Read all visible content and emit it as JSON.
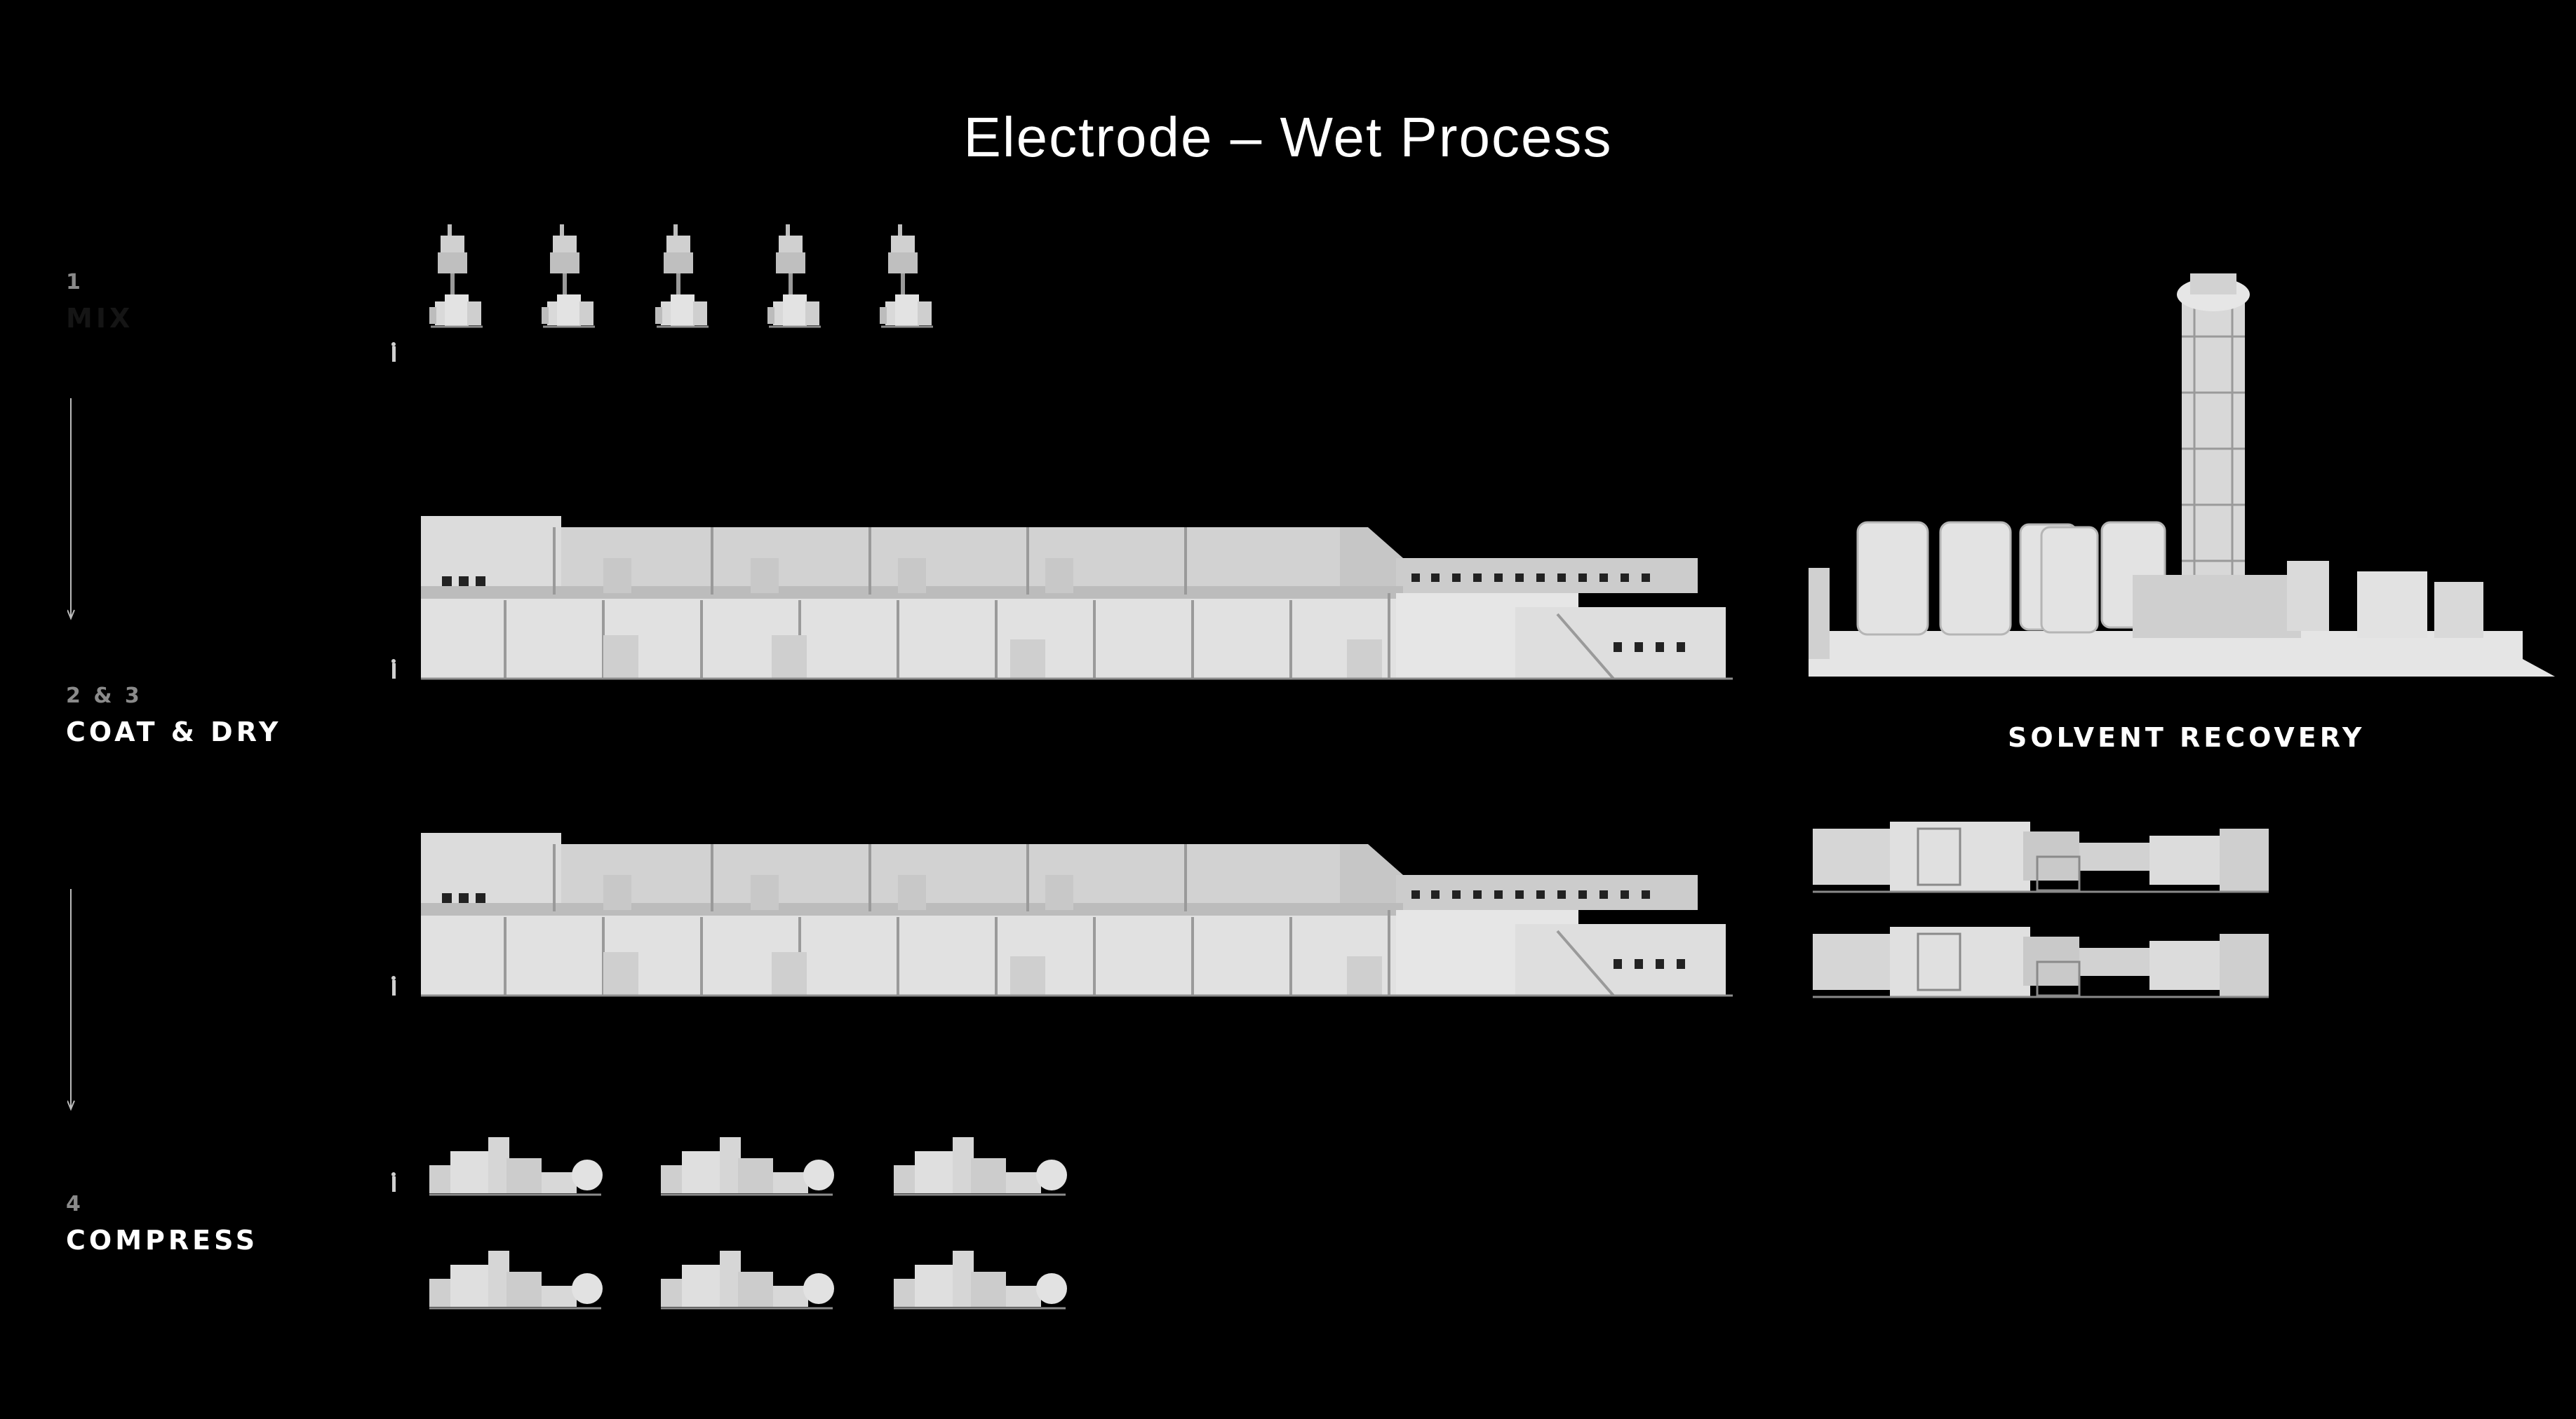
{
  "title": "Electrode – Wet Process",
  "steps": [
    {
      "number": "1",
      "name": "MIX"
    },
    {
      "number": "2 & 3",
      "name": "COAT & DRY"
    },
    {
      "number": "4",
      "name": "COMPRESS"
    }
  ],
  "solvent_recovery_label": "SOLVENT RECOVERY",
  "colors": {
    "background": "#000000",
    "equipment": "#d9d9d9",
    "equipment_shadow": "#a8a8a8",
    "label_secondary": "#8a8a8a"
  }
}
